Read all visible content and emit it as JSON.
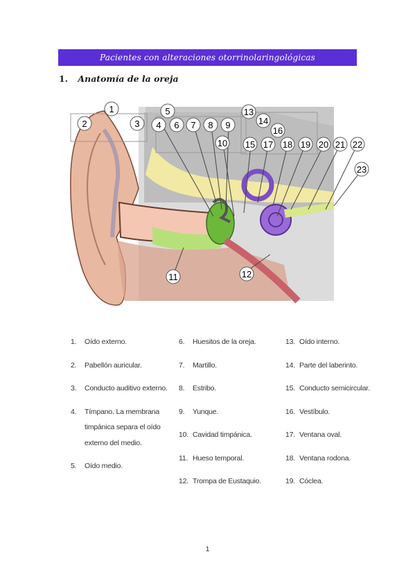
{
  "banner": {
    "title": "Pacientes con alteraciones otorrinolaringológicas"
  },
  "section": {
    "number": "1.",
    "title": "Anatomía de la oreja"
  },
  "figure": {
    "callouts": [
      "1",
      "2",
      "3",
      "4",
      "5",
      "6",
      "7",
      "8",
      "9",
      "10",
      "11",
      "12",
      "13",
      "14",
      "15",
      "16",
      "17",
      "18",
      "19",
      "20",
      "21",
      "22",
      "23"
    ]
  },
  "legend": {
    "col1": [
      {
        "n": "1.",
        "t": "Oído externo."
      },
      {
        "n": "2.",
        "t": "Pabellón auricular."
      },
      {
        "n": "3.",
        "t": "Conducto auditivo externo."
      },
      {
        "n": "4.",
        "t": "Tímpano. La membrana timpánica separa el oído externo del medio."
      },
      {
        "n": "5.",
        "t": "Oído medio."
      }
    ],
    "col2": [
      {
        "n": "6.",
        "t": "Huesitos de la oreja."
      },
      {
        "n": "7.",
        "t": "Martillo."
      },
      {
        "n": "8.",
        "t": "Estribo."
      },
      {
        "n": "9.",
        "t": "Yunque."
      },
      {
        "n": "10.",
        "t": "Cavidad timpánica."
      },
      {
        "n": "11.",
        "t": "Hueso temporal."
      },
      {
        "n": "12.",
        "t": "Trompa de Eustaquio."
      }
    ],
    "col3": [
      {
        "n": "13.",
        "t": "Oído interno."
      },
      {
        "n": "14.",
        "t": "Parte del laberinto."
      },
      {
        "n": "15.",
        "t": "Conducto semicircular."
      },
      {
        "n": "16.",
        "t": "Vestíbulo."
      },
      {
        "n": "17.",
        "t": "Ventana oval."
      },
      {
        "n": "18.",
        "t": "Ventana rodona."
      },
      {
        "n": "19.",
        "t": "Cóclea."
      }
    ]
  },
  "page": {
    "number": "1"
  }
}
